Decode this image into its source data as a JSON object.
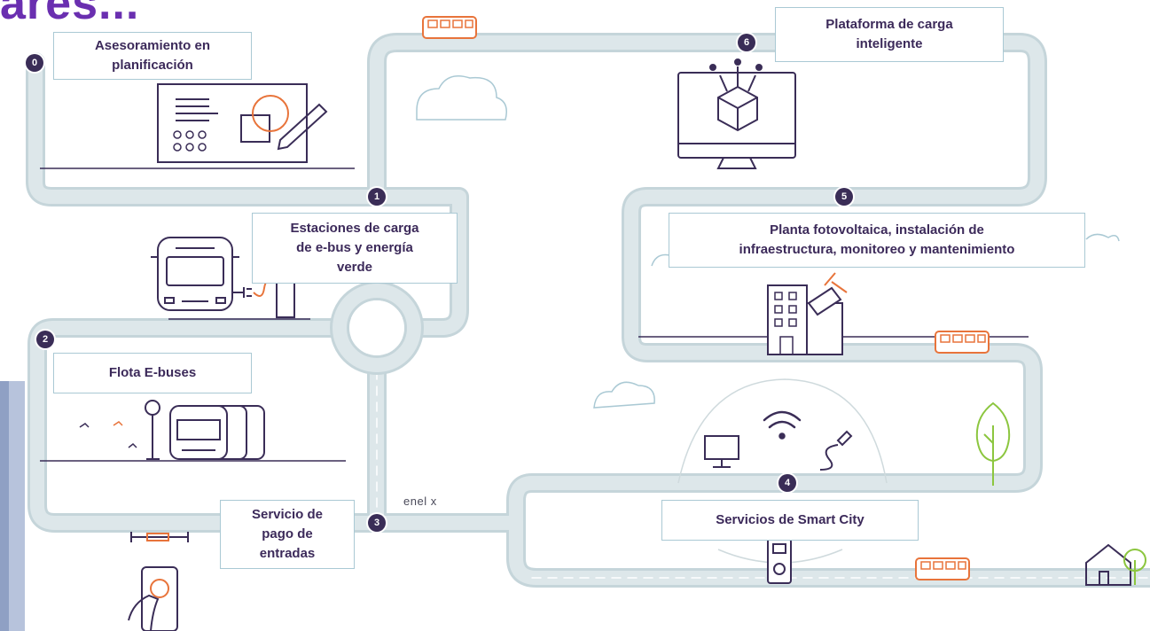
{
  "title_fragment": "ares...",
  "brand": "enel x",
  "steps": [
    {
      "number": "0",
      "label": "Asesoramiento en planificación"
    },
    {
      "number": "1",
      "label": "Estaciones de carga de e-bus y energía verde"
    },
    {
      "number": "2",
      "label": "Flota E-buses"
    },
    {
      "number": "3",
      "label": "Servicio de pago de entradas"
    },
    {
      "number": "4",
      "label": "Servicios de Smart City"
    },
    {
      "number": "5",
      "label": "Planta fotovoltaica, instalación de infraestructura, monitoreo y mantenimiento"
    },
    {
      "number": "6",
      "label": "Plataforma de carga inteligente"
    }
  ],
  "labels": {
    "step0_l1": "Asesoramiento en",
    "step0_l2": "planificación",
    "step1_l1": "Estaciones de carga",
    "step1_l2": "de e-bus y energía",
    "step1_l3": "verde",
    "step2_l1": "Flota E-buses",
    "step3_l1": "Servicio de",
    "step3_l2": "pago de",
    "step3_l3": "entradas",
    "step4_l1": "Servicios de Smart City",
    "step5_l1": "Planta fotovoltaica, instalación de",
    "step5_l2": "infraestructura, monitoreo y mantenimiento",
    "step6_l1": "Plataforma de carga",
    "step6_l2": "inteligente"
  },
  "colors": {
    "road": "#d4e0e3",
    "road_edge": "#aac9d4",
    "label_text": "#3c2a5a",
    "step_badge": "#3a2d57",
    "line_art": "#3a2d57",
    "accent_orange": "#e8743b",
    "tree_green": "#8cc63f",
    "title_purple": "#6a2fb0"
  },
  "icons": [
    "planning-board-icon",
    "pencil-icon",
    "e-bus-icon",
    "charger-plug-icon",
    "bus-stop-sign-icon",
    "bus-fleet-icon",
    "smartphone-payment-icon",
    "monitor-cube-icon",
    "building-solar-icon",
    "wifi-icon",
    "computer-icon",
    "cable-plug-icon",
    "parking-meter-icon",
    "tree-icon",
    "house-icon",
    "cloud-icon",
    "orange-bus-icon"
  ]
}
